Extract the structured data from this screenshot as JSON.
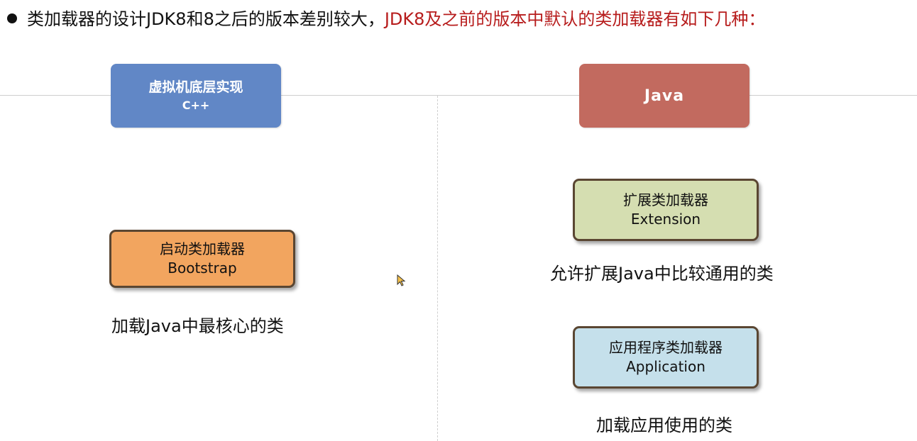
{
  "headline": {
    "black": "类加载器的设计JDK8和8之后的版本差别较大，",
    "red": "JDK8及之前的版本中默认的类加载器有如下几种："
  },
  "columns": {
    "left": {
      "title": "虚拟机底层实现",
      "subtitle": "C++"
    },
    "right": {
      "title": "Java"
    }
  },
  "loaders": {
    "bootstrap": {
      "name_cn": "启动类加载器",
      "name_en": "Bootstrap",
      "description": "加载Java中最核心的类"
    },
    "extension": {
      "name_cn": "扩展类加载器",
      "name_en": "Extension",
      "description": "允许扩展Java中比较通用的类"
    },
    "application": {
      "name_cn": "应用程序类加载器",
      "name_en": "Application",
      "description": "加载应用使用的类"
    }
  },
  "colors": {
    "left_header": "#6187c6",
    "right_header": "#c26a5f",
    "bootstrap_box": "#f2a55f",
    "extension_box": "#d5deb1",
    "application_box": "#c5e0eb",
    "headline_red": "#b71c1c"
  }
}
